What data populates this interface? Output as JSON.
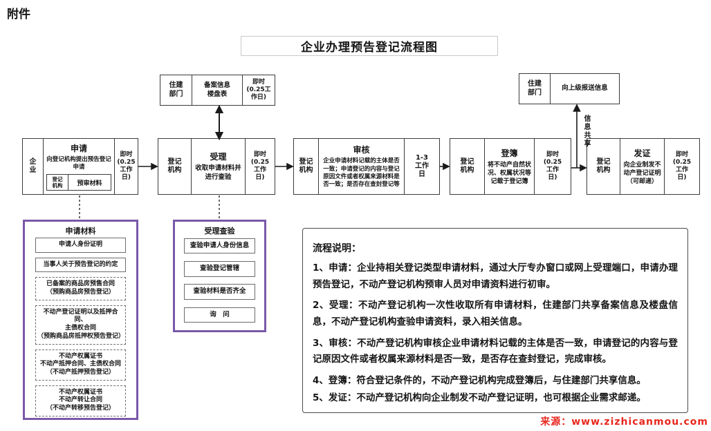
{
  "page": {
    "attachment": "附件",
    "title": "企业办理预告登记流程图",
    "source": "来源：www.zizhicanmou.com",
    "purple_accent": "#7a58a8",
    "source_red": "#e8281e"
  },
  "top": {
    "filing": {
      "dept": "住建\n部门",
      "content": "备案信息\n楼盘表",
      "time": "即时\n(0.25工\n作日)"
    },
    "report": {
      "dept": "住建\n部门",
      "content": "向上级报送信息"
    },
    "share_label": "信息共享"
  },
  "flow": {
    "apply": {
      "actor": "企\n业",
      "title": "申请",
      "desc": "向登记机构提出预告登记申请",
      "sub_left": "登记\n机构",
      "sub_right": "预审材料",
      "time": "即时\n(0.25\n工作\n日)"
    },
    "accept": {
      "actor": "登记\n机构",
      "title": "受理",
      "desc": "收取申请材料并进行查验",
      "time": "即时\n(0.25\n工作\n日)"
    },
    "review": {
      "actor": "登记\n机构",
      "title": "审核",
      "desc": "企业申请材料记载的主体是否一致；申请登记的内容与登记原因文件或者权属来源材料是否一致；是否存在查封登记等",
      "time": "1-3\n工作\n日"
    },
    "record": {
      "actor": "登记\n机构",
      "title": "登簿",
      "desc": "将不动产自然状况、权属状况等记载于登记簿",
      "time": "即时\n(0.25\n工作\n日)"
    },
    "issue": {
      "actor": "登记\n机构",
      "title": "发证",
      "desc": "向企业制发不动产登记证明（可邮递）",
      "time": "即时\n(0.25\n工作\n日)"
    }
  },
  "materials": {
    "title": "申请材料",
    "items": [
      {
        "text": "申请人身份证明"
      },
      {
        "text": "当事人关于预告登记的约定"
      },
      {
        "text": "已备案的商品房预售合同\n（预购商品房预告登记）"
      },
      {
        "text": "不动产登记证明以及抵押合同、\n主债权合同\n（预购商品房抵押权预告登记）"
      },
      {
        "text": "不动产权属证书\n不动产抵押合同、主债权合同\n（不动产抵押预告登记）"
      },
      {
        "text": "不动产权属证书\n不动产转让合同\n（不动产转移预告登记）"
      }
    ]
  },
  "check": {
    "title": "受理查验",
    "items": [
      {
        "text": "查验申请人身份信息"
      },
      {
        "text": "查验登记管辖"
      },
      {
        "text": "查验材料是否齐全"
      },
      {
        "text": "询　问"
      }
    ]
  },
  "notes": {
    "title": "流程说明：",
    "items": [
      "1、申请：企业持相关登记类型申请材料，通过大厅专办窗口或网上受理端口，申请办理预告登记，不动产登记机构预审人员对申请资料进行初审。",
      "2、受理：不动产登记机构一次性收取所有申请材料，住建部门共享备案信息及楼盘信息，不动产登记机构查验申请资料，录入相关信息。",
      "3、审核：不动产登记机构审核企业申请材料记载的主体是否一致，申请登记的内容与登记原因文件或者权属来源材料是否一致，是否存在查封登记，完成审核。",
      "4、登簿：符合登记条件的，不动产登记机构完成登簿后，与住建部门共享信息。",
      "5、发证：不动产登记机构向企业制发不动产登记证明，也可根据企业需求邮递。"
    ]
  }
}
